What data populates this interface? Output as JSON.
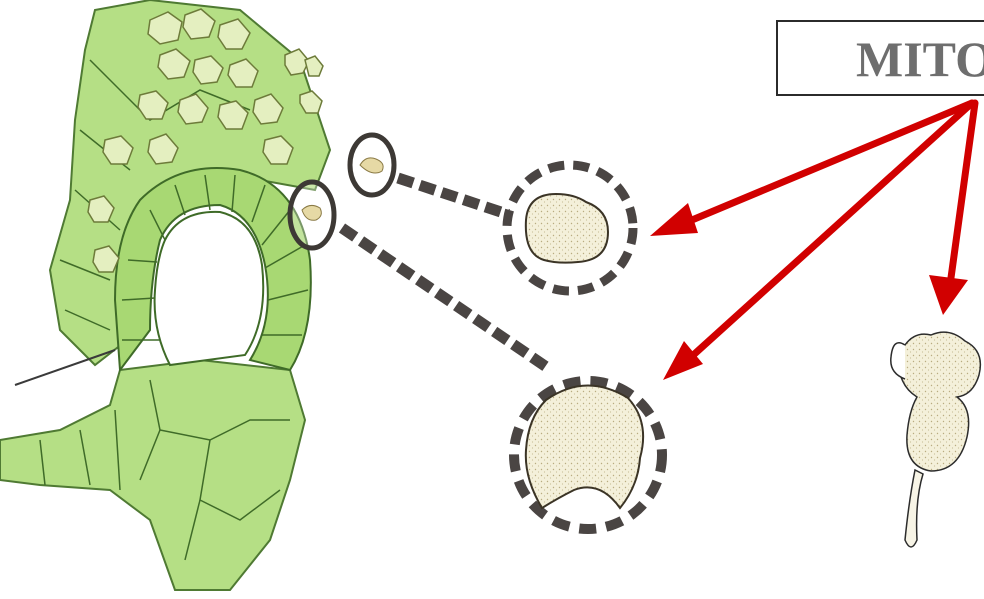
{
  "label": {
    "text": "MITOSIS"
  },
  "colors": {
    "tissue_fill": "#b5df85",
    "tissue_line": "#4f7a33",
    "cell_fill": "#e4efc0",
    "spore_fill": "#f4f0da",
    "dash_line": "#4a4543",
    "arrow": "#d10000"
  },
  "icons": [
    "plant-tissue-illustration",
    "dashed-circle",
    "spore",
    "red-arrow"
  ]
}
